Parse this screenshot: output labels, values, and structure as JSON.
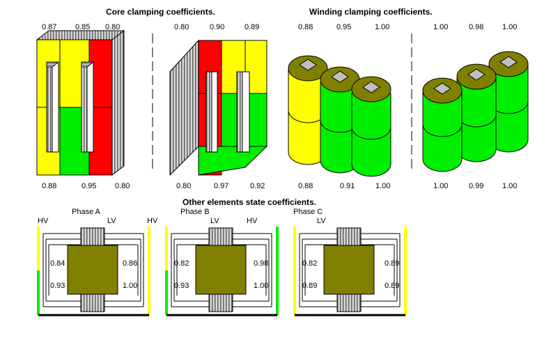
{
  "titles": {
    "core": "Core clamping coefficients.",
    "winding": "Winding clamping coefficients.",
    "other": "Other elements state coefficients."
  },
  "colors": {
    "yellow": "#ffff00",
    "green": "#00ee00",
    "red": "#ff0000",
    "olive": "#808000",
    "gray": "#c0c0c0"
  },
  "core_left": {
    "top": [
      "0.87",
      "0.85",
      "0.80"
    ],
    "bottom": [
      "0.88",
      "0.95",
      "0.80"
    ]
  },
  "core_right": {
    "top": [
      "0.80",
      "0.90",
      "0.89"
    ],
    "bottom": [
      "0.80",
      "0.97",
      "0.92"
    ]
  },
  "wind_left": {
    "top": [
      "0.88",
      "0.95",
      "1.00"
    ],
    "bottom": [
      "0.88",
      "0.91",
      "1.00"
    ]
  },
  "wind_right": {
    "top": [
      "1.00",
      "0.98",
      "1.00"
    ],
    "bottom": [
      "1.00",
      "0.99",
      "1.00"
    ]
  },
  "phases": [
    {
      "name": "Phase A",
      "left_label": "HV",
      "mid_label": "LV",
      "right_label": "HV",
      "v1": "0.84",
      "v2": "0.93",
      "v3": "0.86",
      "v4": "1.00"
    },
    {
      "name": "Phase B",
      "left_label": "",
      "mid_label": "LV",
      "right_label": "HV",
      "v1": "0.82",
      "v2": "0.93",
      "v3": "0.98",
      "v4": "1.00"
    },
    {
      "name": "Phase C",
      "left_label": "",
      "mid_label": "LV",
      "right_label": "",
      "v1": "0.82",
      "v2": "0.89",
      "v3": "0.89",
      "v4": "0.89"
    }
  ]
}
